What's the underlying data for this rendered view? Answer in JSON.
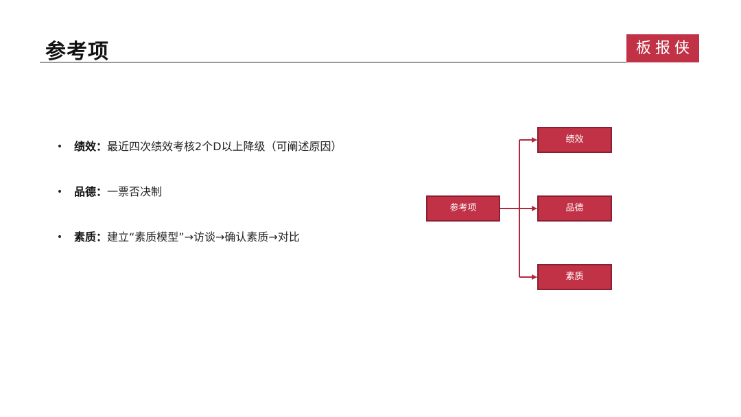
{
  "header": {
    "title": "参考项",
    "brand": "板报侠"
  },
  "bullets": [
    {
      "label": "绩效：",
      "text": "最近四次绩效考核2个D以上降级（可阐述原因）"
    },
    {
      "label": "品德：",
      "text": "一票否决制"
    },
    {
      "label": "素质：",
      "text": "建立“素质模型”→访谈→确认素质→对比"
    }
  ],
  "diagram": {
    "root": "参考项",
    "children": [
      "绩效",
      "品德",
      "素质"
    ],
    "accent_color": "#c13246",
    "line_color": "#b02a3e"
  }
}
